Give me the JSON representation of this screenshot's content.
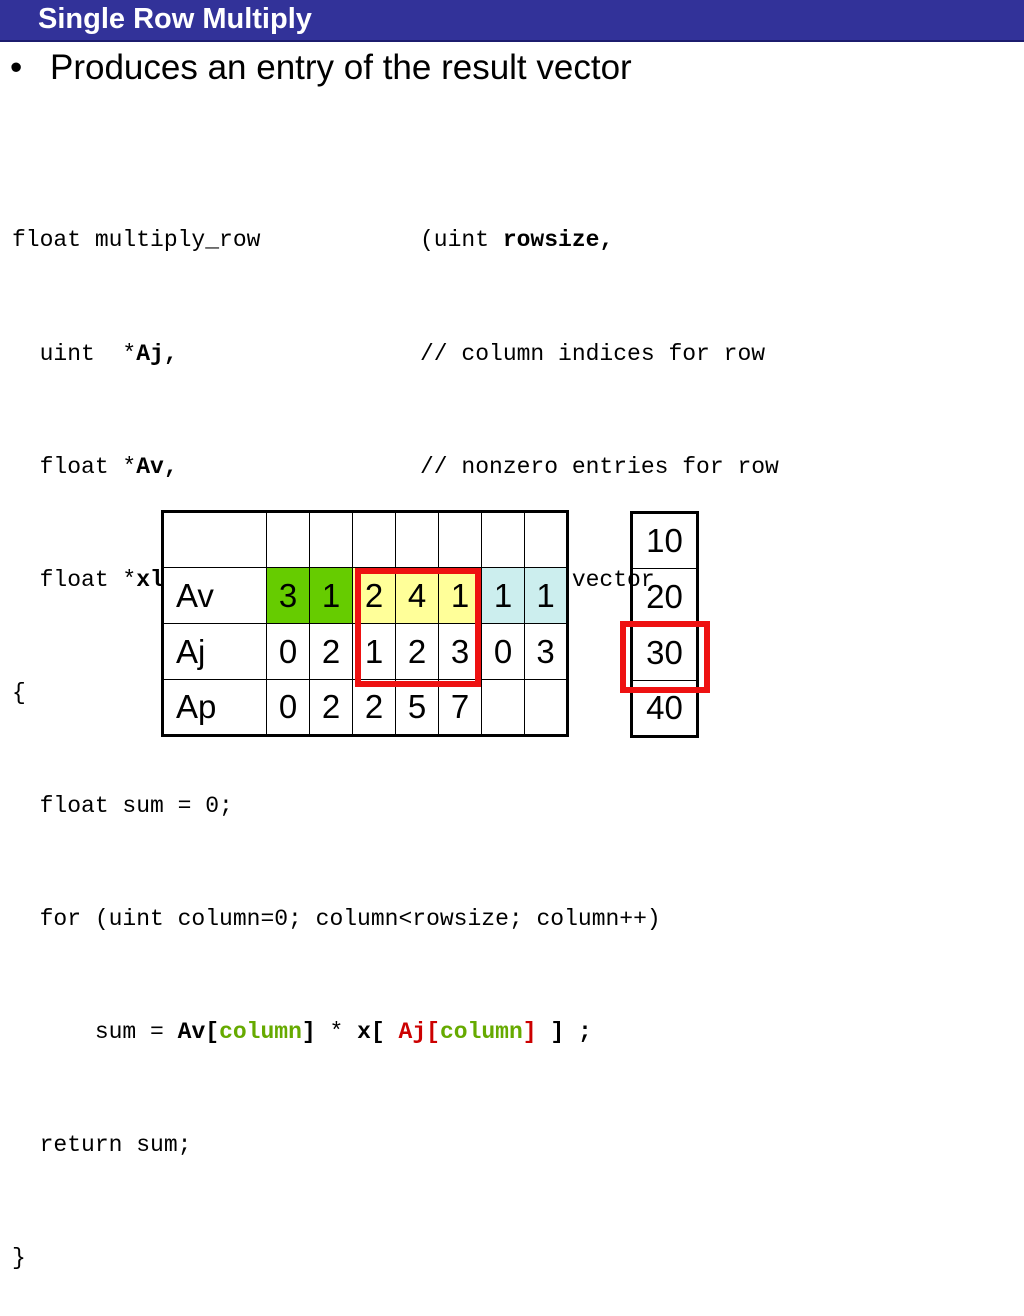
{
  "title": "Single Row Multiply",
  "bullet": "Produces an entry of the result vector",
  "code": {
    "l1_a": "float multiply_row",
    "l1_b": "(uint ",
    "l1_bold": "rowsize",
    "l1_c": ",",
    "l2_a": "  uint  *",
    "l2_bold": "Aj",
    "l2_c": ",",
    "l2_comment": "// column indices for row",
    "l3_a": "  float *",
    "l3_bold": "Av",
    "l3_c": ",",
    "l3_comment": "// nonzero entries for row",
    "l4_a": "  float *",
    "l4_bold": "xl",
    "l4_comment": "// the RHS vector",
    "l5": "{",
    "l6": "  float sum = 0;",
    "l7": "  for (uint column=0; column<rowsize; column++)",
    "l8_a": "      sum = ",
    "l8_av": "Av[",
    "l8_col1": "column",
    "l8_close1": "]",
    "l8_mul": " * ",
    "l8_x": "x[ ",
    "l8_aj": "Aj[",
    "l8_col2": "column",
    "l8_close2": "]",
    "l8_end": " ] ;",
    "l9": "  return sum;",
    "l10": "}"
  },
  "sparse_table": {
    "header": [
      "",
      "",
      "",
      "",
      "",
      "",
      "",
      ""
    ],
    "rows": [
      {
        "label": "Av",
        "cells": [
          "3",
          "1",
          "2",
          "4",
          "1",
          "1",
          "1"
        ]
      },
      {
        "label": "Aj",
        "cells": [
          "0",
          "2",
          "1",
          "2",
          "3",
          "0",
          "3"
        ]
      },
      {
        "label": "Ap",
        "cells": [
          "0",
          "2",
          "2",
          "5",
          "7",
          "",
          ""
        ]
      }
    ]
  },
  "vector": [
    "10",
    "20",
    "30",
    "40"
  ],
  "colors": {
    "title_bar": "#323299",
    "highlight": "#ee1111",
    "green_cell": "#66cc00",
    "yellow_cell": "#ffff99",
    "blue_cell": "#cceeee"
  }
}
